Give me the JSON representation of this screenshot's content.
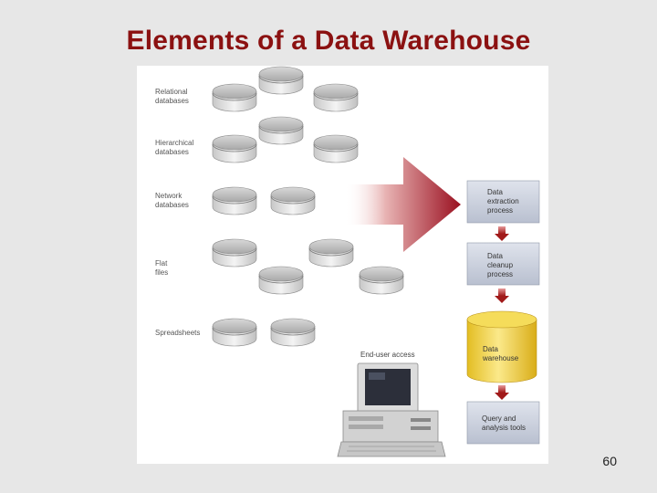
{
  "slide": {
    "title": "Elements of a Data Warehouse",
    "page_number": "60"
  },
  "sources": [
    {
      "label_line1": "Relational",
      "label_line2": "databases"
    },
    {
      "label_line1": "Hierarchical",
      "label_line2": "databases"
    },
    {
      "label_line1": "Network",
      "label_line2": "databases"
    },
    {
      "label_line1": "Flat",
      "label_line2": "files"
    },
    {
      "label_line1": "Spreadsheets",
      "label_line2": ""
    }
  ],
  "process": {
    "extraction": [
      "Data",
      "extraction",
      "process"
    ],
    "cleanup": [
      "Data",
      "cleanup",
      "process"
    ],
    "warehouse": [
      "Data",
      "warehouse"
    ],
    "query": [
      "Query and",
      "analysis tools"
    ]
  },
  "end_user_access": "End-user access",
  "colors": {
    "title": "#8b1111",
    "arrow": "#9a1020",
    "process_box": "#c9cfdc",
    "warehouse": "#f1d24a",
    "disk": "#c9c9c9"
  }
}
